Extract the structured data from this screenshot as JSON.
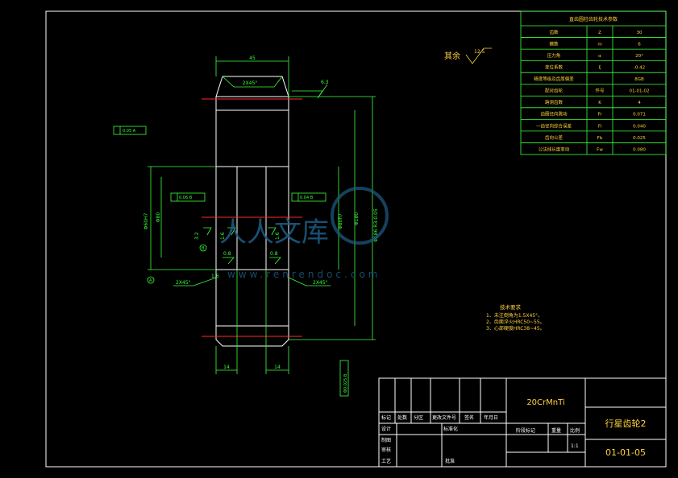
{
  "params_table": {
    "title": "直齿圆柱齿轮技术参数",
    "rows": [
      {
        "name": "齿数",
        "sym": "Z",
        "val": "30"
      },
      {
        "name": "模数",
        "sym": "m",
        "val": "6"
      },
      {
        "name": "压力角",
        "sym": "α",
        "val": "20°"
      },
      {
        "name": "变位系数",
        "sym": "ξ",
        "val": "-0.42"
      },
      {
        "name": "精度等级及齿厚偏差",
        "sym": "",
        "val": "8GB"
      },
      {
        "name": "配对齿轮",
        "sym": "件号",
        "val": "01-01-02"
      },
      {
        "name": "跨测齿数",
        "sym": "K",
        "val": "4"
      },
      {
        "name": "齿圈径向跳动",
        "sym": "Fr",
        "val": "0.071"
      },
      {
        "name": "一齿径向综合误差",
        "sym": "Fi",
        "val": "0.040"
      },
      {
        "name": "齿向公差",
        "sym": "Fb",
        "val": "0.025"
      },
      {
        "name": "公法线长度变动",
        "sym": "Fw",
        "val": "0.080"
      }
    ]
  },
  "roughness_note": {
    "label": "其余",
    "value": "12.5"
  },
  "dimensions": {
    "width_top": "45",
    "chamfer_top": "2X45°",
    "roughness_top": "6.3",
    "od": "Φ180",
    "pitch_dia": "Φ186 R3-0.05",
    "bore1": "Φ60H7",
    "bore2": "Φ80h7",
    "bore_depth1": "14",
    "bore_depth2": "14",
    "tol1": "0.05 A",
    "tol2": "0.06 B",
    "tol3": "0.04 B",
    "tol4": "Φ0.025 B",
    "rough_a": "3.2",
    "rough_b": "1.6",
    "rough_c": "0.8",
    "rough_d": "0.8",
    "rough_e": "1.6",
    "rough_f": "1.6",
    "chamfer_left": "2X45°",
    "chamfer_right": "2X45°",
    "ref_a": "A",
    "ref_b": "B",
    "bore_label": "Φ80"
  },
  "tech_req": {
    "title": "技术要求",
    "items": [
      "1、未注倒角为1.5X45°。",
      "2、齿面淬火HRC50~55。",
      "3、心部硬度HRC38~45。"
    ]
  },
  "watermark": {
    "text": "人人文库",
    "url": "www.renrendoc.com"
  },
  "title_block": {
    "material": "20CrMnTi",
    "part_name": "行星齿轮2",
    "drawing_no": "01-01-05",
    "scale": "1:1",
    "row_labels": [
      "标记",
      "处数",
      "分区",
      "更改文件号",
      "签名",
      "年月日"
    ],
    "design": "设计",
    "standard": "标准化",
    "draw": "制图",
    "check": "审核",
    "process": "工艺",
    "approve": "批准",
    "stage": "阶段标记",
    "weight": "重量",
    "ratio": "比例"
  }
}
